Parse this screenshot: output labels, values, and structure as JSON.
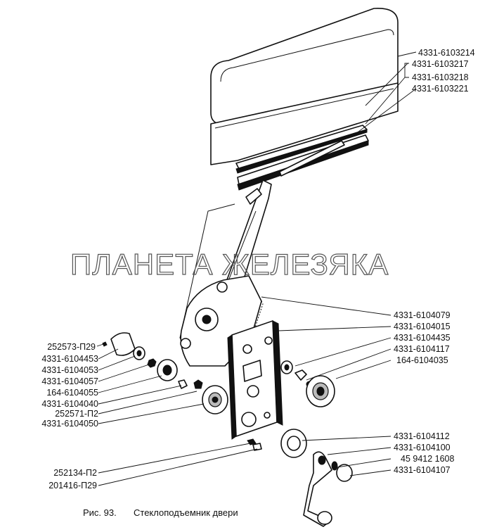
{
  "labels_right": [
    "4331-6103214",
    "4331-6103217",
    "4331-6103218",
    "4331-6103221",
    "4331-6104079",
    "4331-6104015",
    "4331-6104435",
    "4331-6104117",
    "164-6104035",
    "4331-6104112",
    "4331-6104100",
    "45 9412 1608",
    "4331-6104107"
  ],
  "labels_left": [
    "252573-П29",
    "4331-6104453",
    "4331-6104053",
    "4331-6104057",
    "164-6104055",
    "4331-6104040",
    "252571-П2",
    "4331-6104050",
    "252134-П2",
    "201416-П29"
  ],
  "watermark": "ПЛАНЕТА ЖЕЛЕЗЯКА",
  "caption": {
    "figure": "Рис. 93.",
    "title": "Стеклоподъемник двери"
  }
}
